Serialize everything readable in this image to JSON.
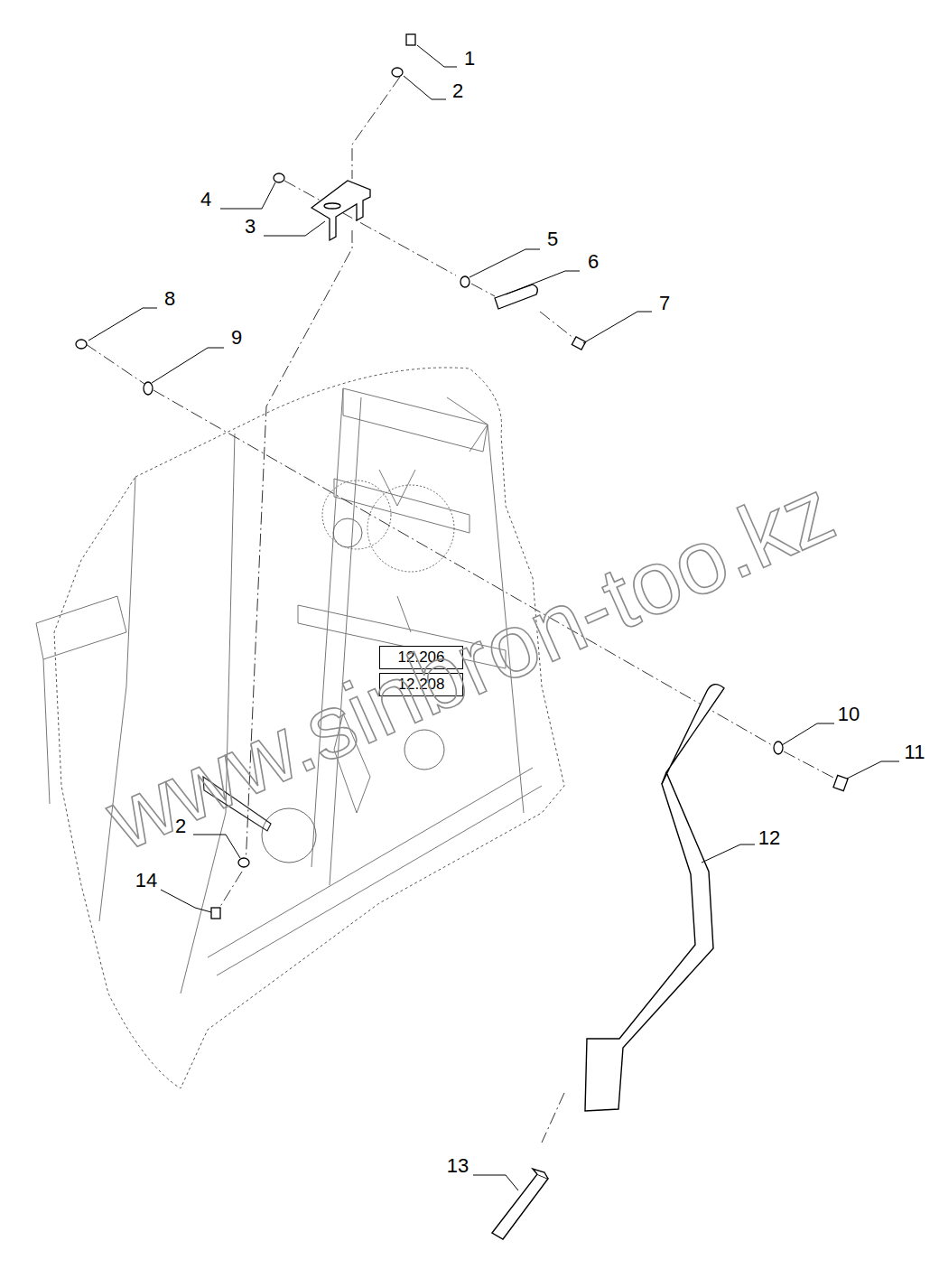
{
  "diagram": {
    "nodes": [
      {
        "text": [
          "12.206"
        ]
      },
      {
        "text": [
          "12.208"
        ]
      }
    ],
    "edges": [],
    "labels": [
      "1",
      "2",
      "4",
      "3",
      "5",
      "6",
      "7",
      "8",
      "9",
      "10",
      "11",
      "12",
      "2",
      "14",
      "13",
      "www.sinbron-too.kz"
    ]
  }
}
